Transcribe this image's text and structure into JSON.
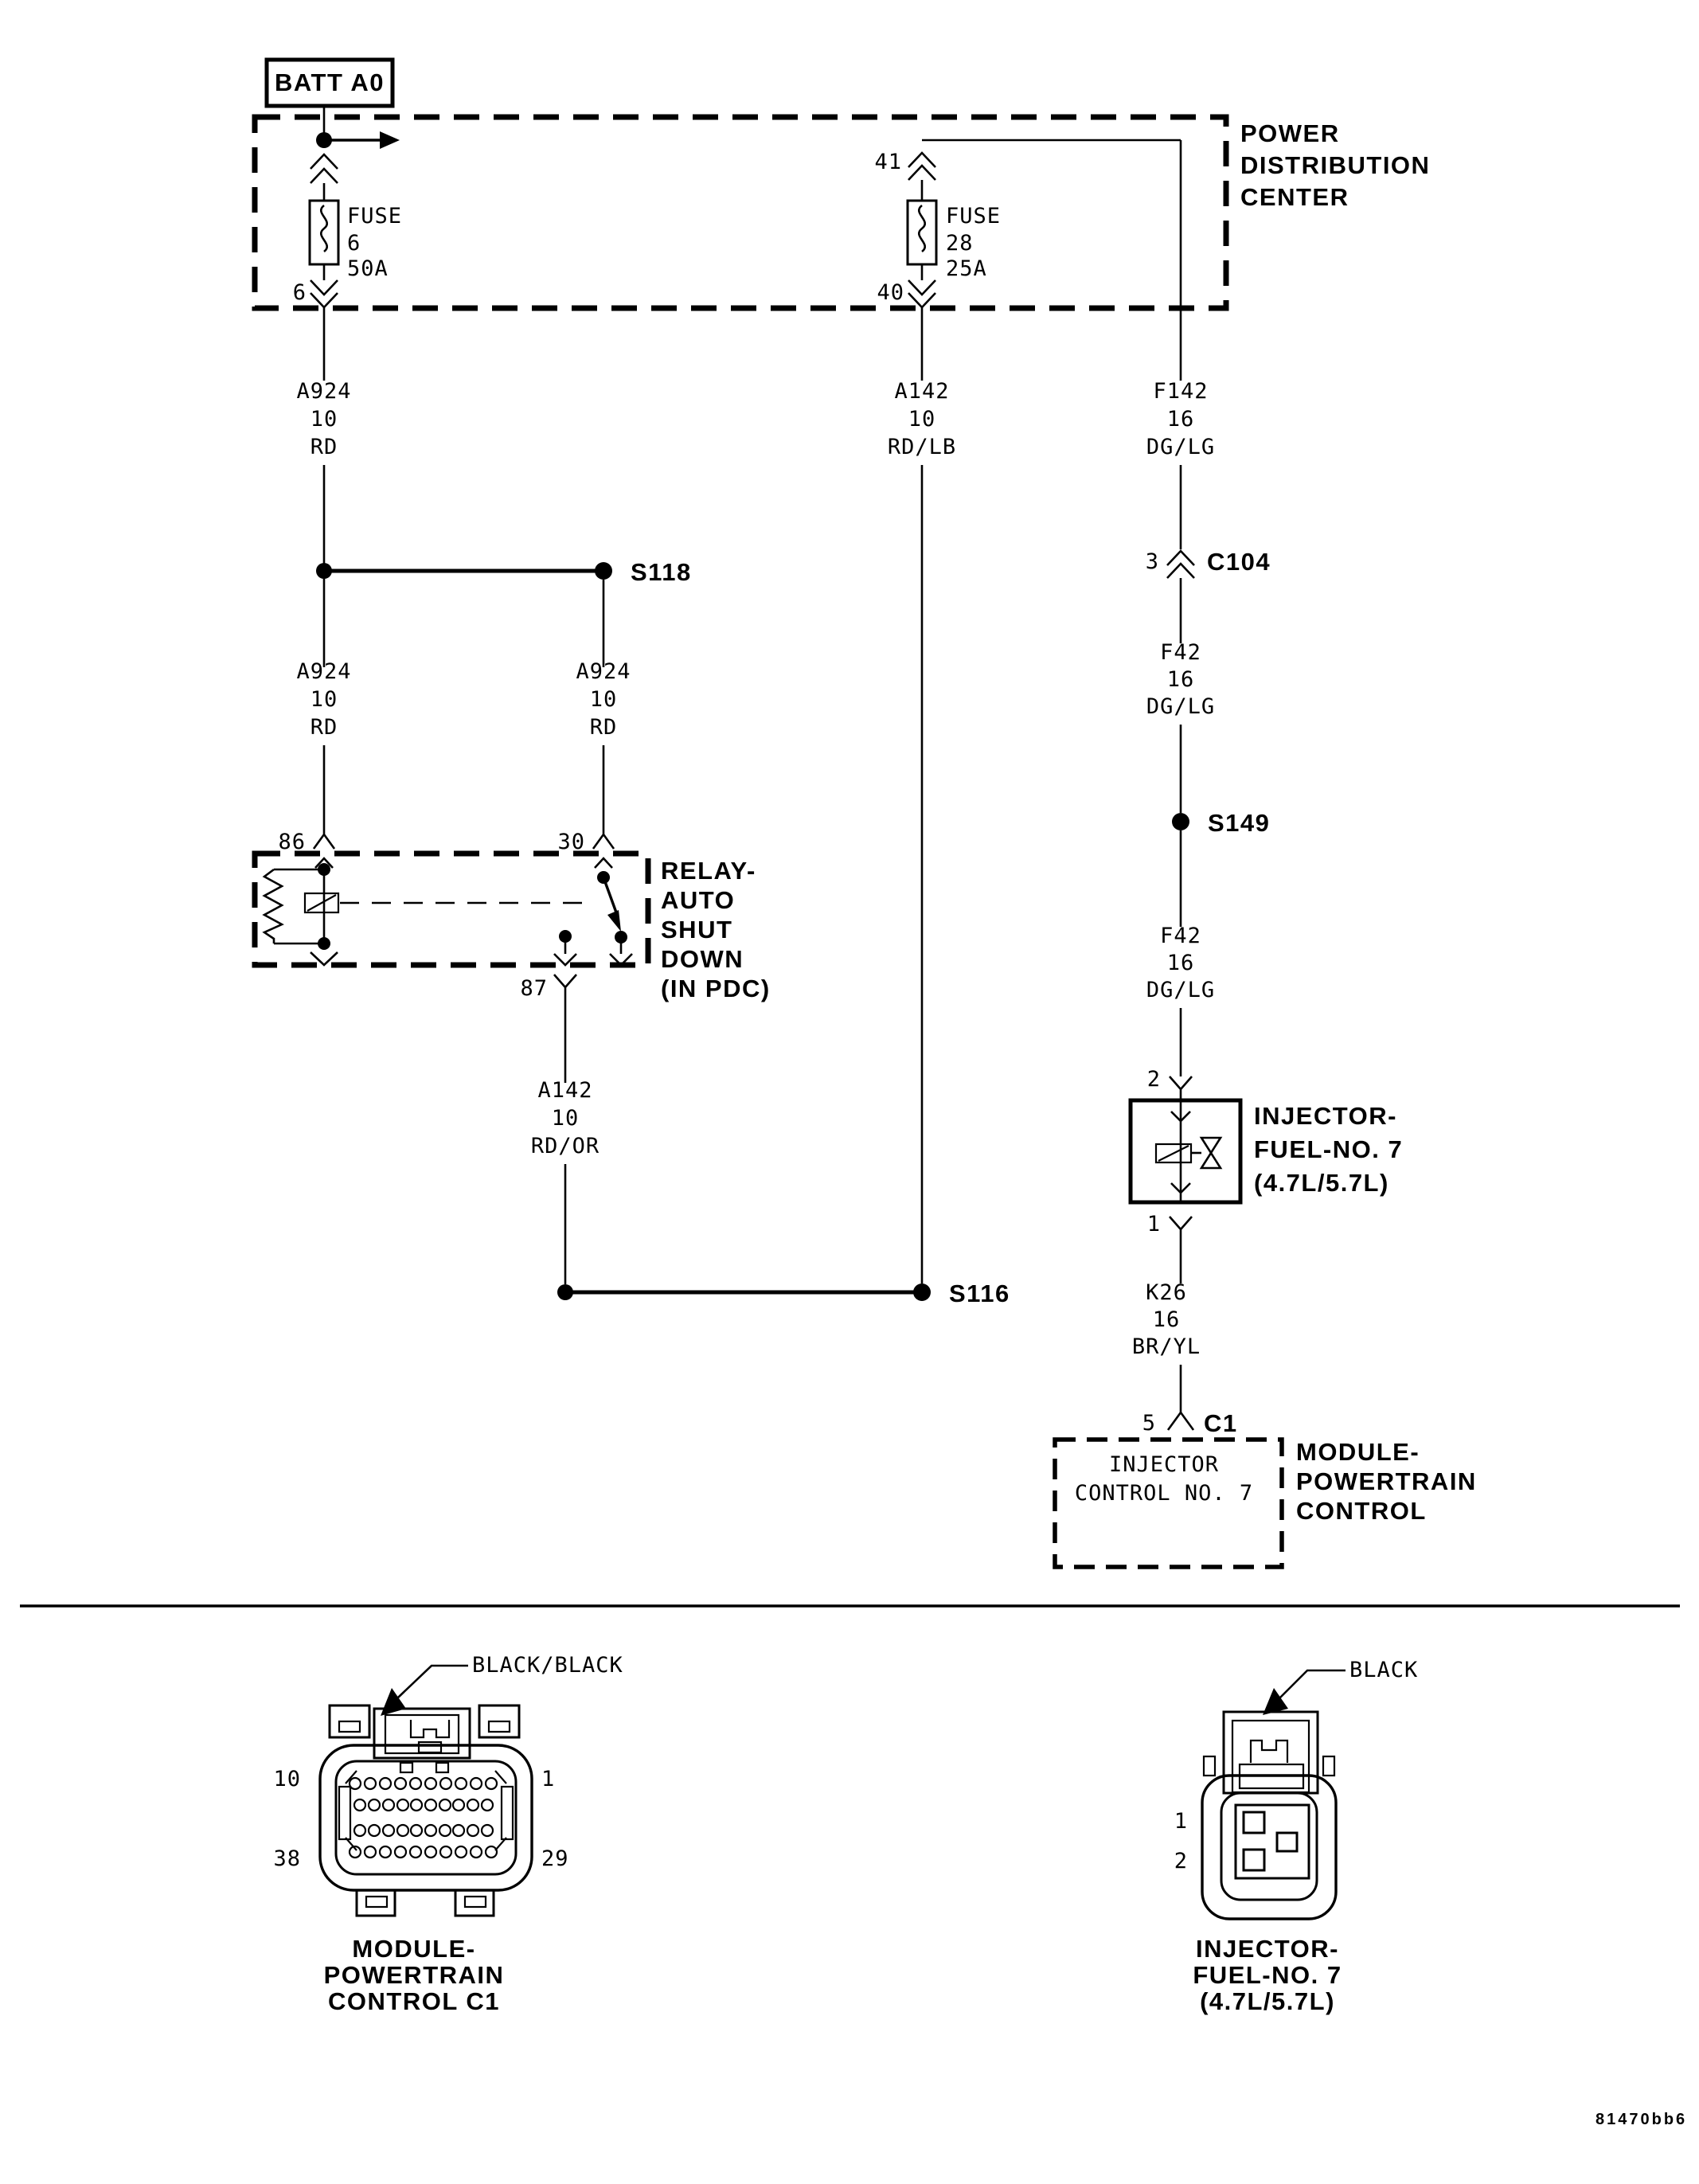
{
  "colors": {
    "ink": "#000000",
    "paper": "#ffffff"
  },
  "header": {
    "battery": "BATT A0"
  },
  "pdc": {
    "title": [
      "POWER",
      "DISTRIBUTION",
      "CENTER"
    ],
    "fuse6": {
      "label": "FUSE",
      "number": "6",
      "rating": "50A",
      "pin_out": "6"
    },
    "fuse28": {
      "label": "FUSE",
      "number": "28",
      "rating": "25A",
      "pin_in": "41",
      "pin_out": "40"
    }
  },
  "wires": {
    "a924_main": [
      "A924",
      "10",
      "RD"
    ],
    "a924_left": [
      "A924",
      "10",
      "RD"
    ],
    "a924_right": [
      "A924",
      "10",
      "RD"
    ],
    "a142_mid": [
      "A142",
      "10",
      "RD/LB"
    ],
    "a142_relay": [
      "A142",
      "10",
      "RD/OR"
    ],
    "f142": [
      "F142",
      "16",
      "DG/LG"
    ],
    "f42_upper": [
      "F42",
      "16",
      "DG/LG"
    ],
    "f42_lower": [
      "F42",
      "16",
      "DG/LG"
    ],
    "k26": [
      "K26",
      "16",
      "BR/YL"
    ]
  },
  "splices": {
    "s118": "S118",
    "s116": "S116",
    "s149": "S149"
  },
  "relay": {
    "title": [
      "RELAY-",
      "AUTO",
      "SHUT",
      "DOWN",
      "(IN PDC)"
    ],
    "pin86": "86",
    "pin30": "30",
    "pin87": "87"
  },
  "c104": {
    "pin": "3",
    "label": "C104"
  },
  "injector": {
    "pin2": "2",
    "pin1": "1",
    "title": [
      "INJECTOR-",
      "FUEL-NO. 7",
      "(4.7L/5.7L)"
    ]
  },
  "c1": {
    "pin": "5",
    "label": "C1"
  },
  "pcm": {
    "content": [
      "INJECTOR",
      "CONTROL NO. 7"
    ],
    "title": [
      "MODULE-",
      "POWERTRAIN",
      "CONTROL"
    ]
  },
  "pinout_left": {
    "wire": "BLACK/BLACK",
    "pin_tl": "10",
    "pin_tr": "1",
    "pin_bl": "38",
    "pin_br": "29",
    "caption": [
      "MODULE-",
      "POWERTRAIN",
      "CONTROL C1"
    ]
  },
  "pinout_right": {
    "wire": "BLACK",
    "pin1": "1",
    "pin2": "2",
    "caption": [
      "INJECTOR-",
      "FUEL-NO. 7",
      "(4.7L/5.7L)"
    ]
  },
  "footer": {
    "code": "81470bb6"
  }
}
